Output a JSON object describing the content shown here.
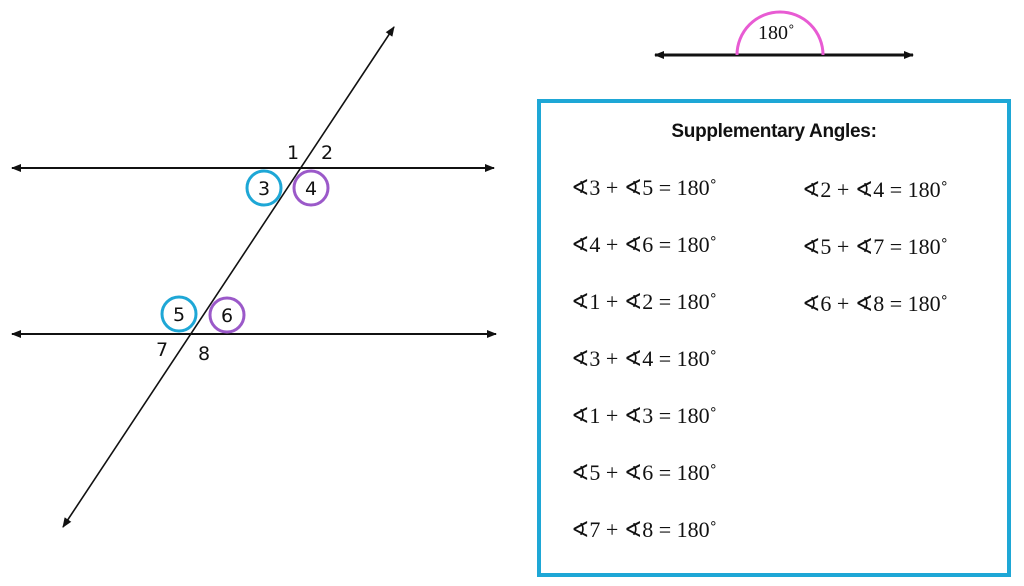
{
  "colors": {
    "line": "#111111",
    "blue": "#1ea7d6",
    "purple": "#9b59c9",
    "pink": "#e85bd3"
  },
  "diagram": {
    "angle_labels": {
      "a1": "1",
      "a2": "2",
      "a3": "3",
      "a4": "4",
      "a5": "5",
      "a6": "6",
      "a7": "7",
      "a8": "8"
    },
    "straight_angle_label": "180˚"
  },
  "panel": {
    "title": "Supplementary Angles:",
    "left_equations": [
      "∢3 + ∢5 = 180˚",
      "∢4 + ∢6 = 180˚",
      "∢1 + ∢2 = 180˚",
      "∢3 + ∢4 = 180˚",
      "∢1 + ∢3 = 180˚",
      "∢5 + ∢6 = 180˚",
      "∢7 + ∢8 = 180˚"
    ],
    "right_equations": [
      "∢2 + ∢4 = 180˚",
      "∢5 + ∢7 = 180˚",
      "∢6 + ∢8 = 180˚"
    ]
  }
}
